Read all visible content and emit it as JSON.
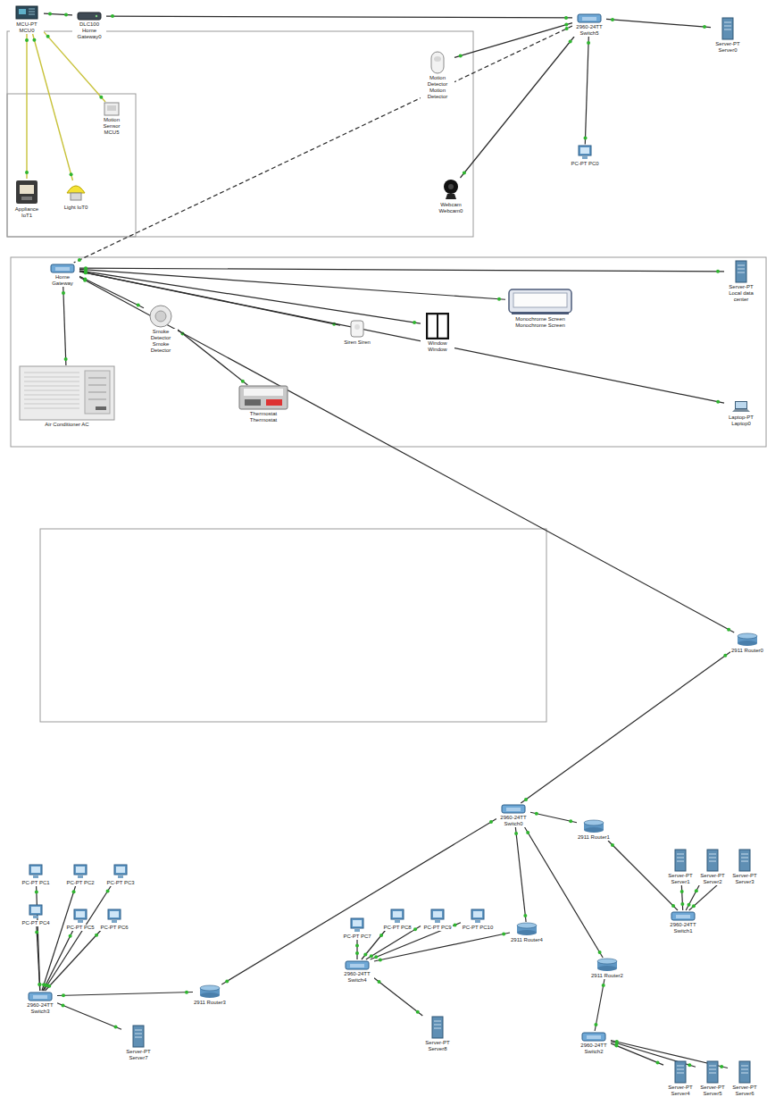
{
  "diagram": {
    "nodes": [
      {
        "text": [
          "MCU-PT MCU0"
        ]
      },
      {
        "text": [
          "DLC100 Home Gateway0"
        ]
      },
      {
        "text": [
          "2960-24TT Switch5"
        ]
      },
      {
        "text": [
          "Server-PT Server0"
        ]
      },
      {
        "text": [
          "Motion Detector Motion Detector"
        ]
      },
      {
        "text": [
          "Motion Sensor MCU5"
        ]
      },
      {
        "text": [
          "Appliance IoT1"
        ]
      },
      {
        "text": [
          "Light IoT0"
        ]
      },
      {
        "text": [
          "Webcam Webcam0"
        ]
      },
      {
        "text": [
          "PC-PT PC0"
        ]
      },
      {
        "text": [
          "Home Gateway"
        ]
      },
      {
        "text": [
          "Air Conditioner AC"
        ]
      },
      {
        "text": [
          "Smoke Detector Smoke Detector"
        ]
      },
      {
        "text": [
          "Thermostat Thermostat"
        ]
      },
      {
        "text": [
          "Siren Siren"
        ]
      },
      {
        "text": [
          "Window Window"
        ]
      },
      {
        "text": [
          "Monochrome Screen Monochrome Screen"
        ]
      },
      {
        "text": [
          "Server-PT Local data center"
        ]
      },
      {
        "text": [
          "Laptop-PT Laptop0"
        ]
      },
      {
        "text": [
          "2911 Router0"
        ]
      },
      {
        "text": [
          "2960-24TT Switch0"
        ]
      },
      {
        "text": [
          "2911 Router1"
        ]
      },
      {
        "text": [
          "Server-PT Server1"
        ]
      },
      {
        "text": [
          "Server-PT Server2"
        ]
      },
      {
        "text": [
          "Server-PT Server3"
        ]
      },
      {
        "text": [
          "2960-24TT Switch1"
        ]
      },
      {
        "text": [
          "2911 Router2"
        ]
      },
      {
        "text": [
          "2960-24TT Switch2"
        ]
      },
      {
        "text": [
          "Server-PT Server4"
        ]
      },
      {
        "text": [
          "Server-PT Server5"
        ]
      },
      {
        "text": [
          "Server-PT Server6"
        ]
      },
      {
        "text": [
          "PC-PT PC1"
        ]
      },
      {
        "text": [
          "PC-PT PC2"
        ]
      },
      {
        "text": [
          "PC-PT PC3"
        ]
      },
      {
        "text": [
          "PC-PT PC4"
        ]
      },
      {
        "text": [
          "PC-PT PC5"
        ]
      },
      {
        "text": [
          "PC-PT PC6"
        ]
      },
      {
        "text": [
          "2960-24TT Switch3"
        ]
      },
      {
        "text": [
          "Server-PT Server7"
        ]
      },
      {
        "text": [
          "2911 Router3"
        ]
      },
      {
        "text": [
          "PC-PT PC7"
        ]
      },
      {
        "text": [
          "PC-PT PC8"
        ]
      },
      {
        "text": [
          "PC-PT PC9"
        ]
      },
      {
        "text": [
          "PC-PT PC10"
        ]
      },
      {
        "text": [
          "2960-24TT Switch4"
        ]
      },
      {
        "text": [
          "2911 Router4"
        ]
      },
      {
        "text": [
          "Server-PT Server8"
        ]
      }
    ],
    "edges": [
      {
        "from": 0,
        "to": 1,
        "arrow": "none"
      },
      {
        "from": 0,
        "to": 5,
        "arrow": "none"
      },
      {
        "from": 0,
        "to": 6,
        "arrow": "none"
      },
      {
        "from": 0,
        "to": 7,
        "arrow": "none"
      },
      {
        "from": 1,
        "to": 2,
        "arrow": "none"
      },
      {
        "from": 2,
        "to": 3,
        "arrow": "none"
      },
      {
        "from": 2,
        "to": 4,
        "arrow": "none"
      },
      {
        "from": 2,
        "to": 8,
        "arrow": "none"
      },
      {
        "from": 2,
        "to": 9,
        "arrow": "none"
      },
      {
        "from": 2,
        "to": 10,
        "arrow": "none"
      },
      {
        "from": 10,
        "to": 11,
        "arrow": "none"
      },
      {
        "from": 10,
        "to": 12,
        "arrow": "none"
      },
      {
        "from": 12,
        "to": 13,
        "arrow": "none"
      },
      {
        "from": 10,
        "to": 14,
        "arrow": "none"
      },
      {
        "from": 10,
        "to": 15,
        "arrow": "none"
      },
      {
        "from": 10,
        "to": 16,
        "arrow": "none"
      },
      {
        "from": 10,
        "to": 17,
        "arrow": "none"
      },
      {
        "from": 10,
        "to": 18,
        "arrow": "none"
      },
      {
        "from": 10,
        "to": 19,
        "arrow": "none"
      },
      {
        "from": 19,
        "to": 20,
        "arrow": "none"
      },
      {
        "from": 20,
        "to": 21,
        "arrow": "none"
      },
      {
        "from": 21,
        "to": 25,
        "arrow": "none"
      },
      {
        "from": 22,
        "to": 25,
        "arrow": "none"
      },
      {
        "from": 23,
        "to": 25,
        "arrow": "none"
      },
      {
        "from": 24,
        "to": 25,
        "arrow": "none"
      },
      {
        "from": 20,
        "to": 26,
        "arrow": "none"
      },
      {
        "from": 26,
        "to": 27,
        "arrow": "none"
      },
      {
        "from": 27,
        "to": 28,
        "arrow": "none"
      },
      {
        "from": 27,
        "to": 29,
        "arrow": "none"
      },
      {
        "from": 27,
        "to": 30,
        "arrow": "none"
      },
      {
        "from": 20,
        "to": 39,
        "arrow": "none"
      },
      {
        "from": 39,
        "to": 37,
        "arrow": "none"
      },
      {
        "from": 37,
        "to": 31,
        "arrow": "none"
      },
      {
        "from": 37,
        "to": 32,
        "arrow": "none"
      },
      {
        "from": 37,
        "to": 33,
        "arrow": "none"
      },
      {
        "from": 37,
        "to": 34,
        "arrow": "none"
      },
      {
        "from": 37,
        "to": 35,
        "arrow": "none"
      },
      {
        "from": 37,
        "to": 36,
        "arrow": "none"
      },
      {
        "from": 37,
        "to": 38,
        "arrow": "none"
      },
      {
        "from": 20,
        "to": 45,
        "arrow": "none"
      },
      {
        "from": 45,
        "to": 44,
        "arrow": "none"
      },
      {
        "from": 44,
        "to": 40,
        "arrow": "none"
      },
      {
        "from": 44,
        "to": 41,
        "arrow": "none"
      },
      {
        "from": 44,
        "to": 42,
        "arrow": "none"
      },
      {
        "from": 44,
        "to": 43,
        "arrow": "none"
      },
      {
        "from": 44,
        "to": 46,
        "arrow": "none"
      }
    ]
  }
}
